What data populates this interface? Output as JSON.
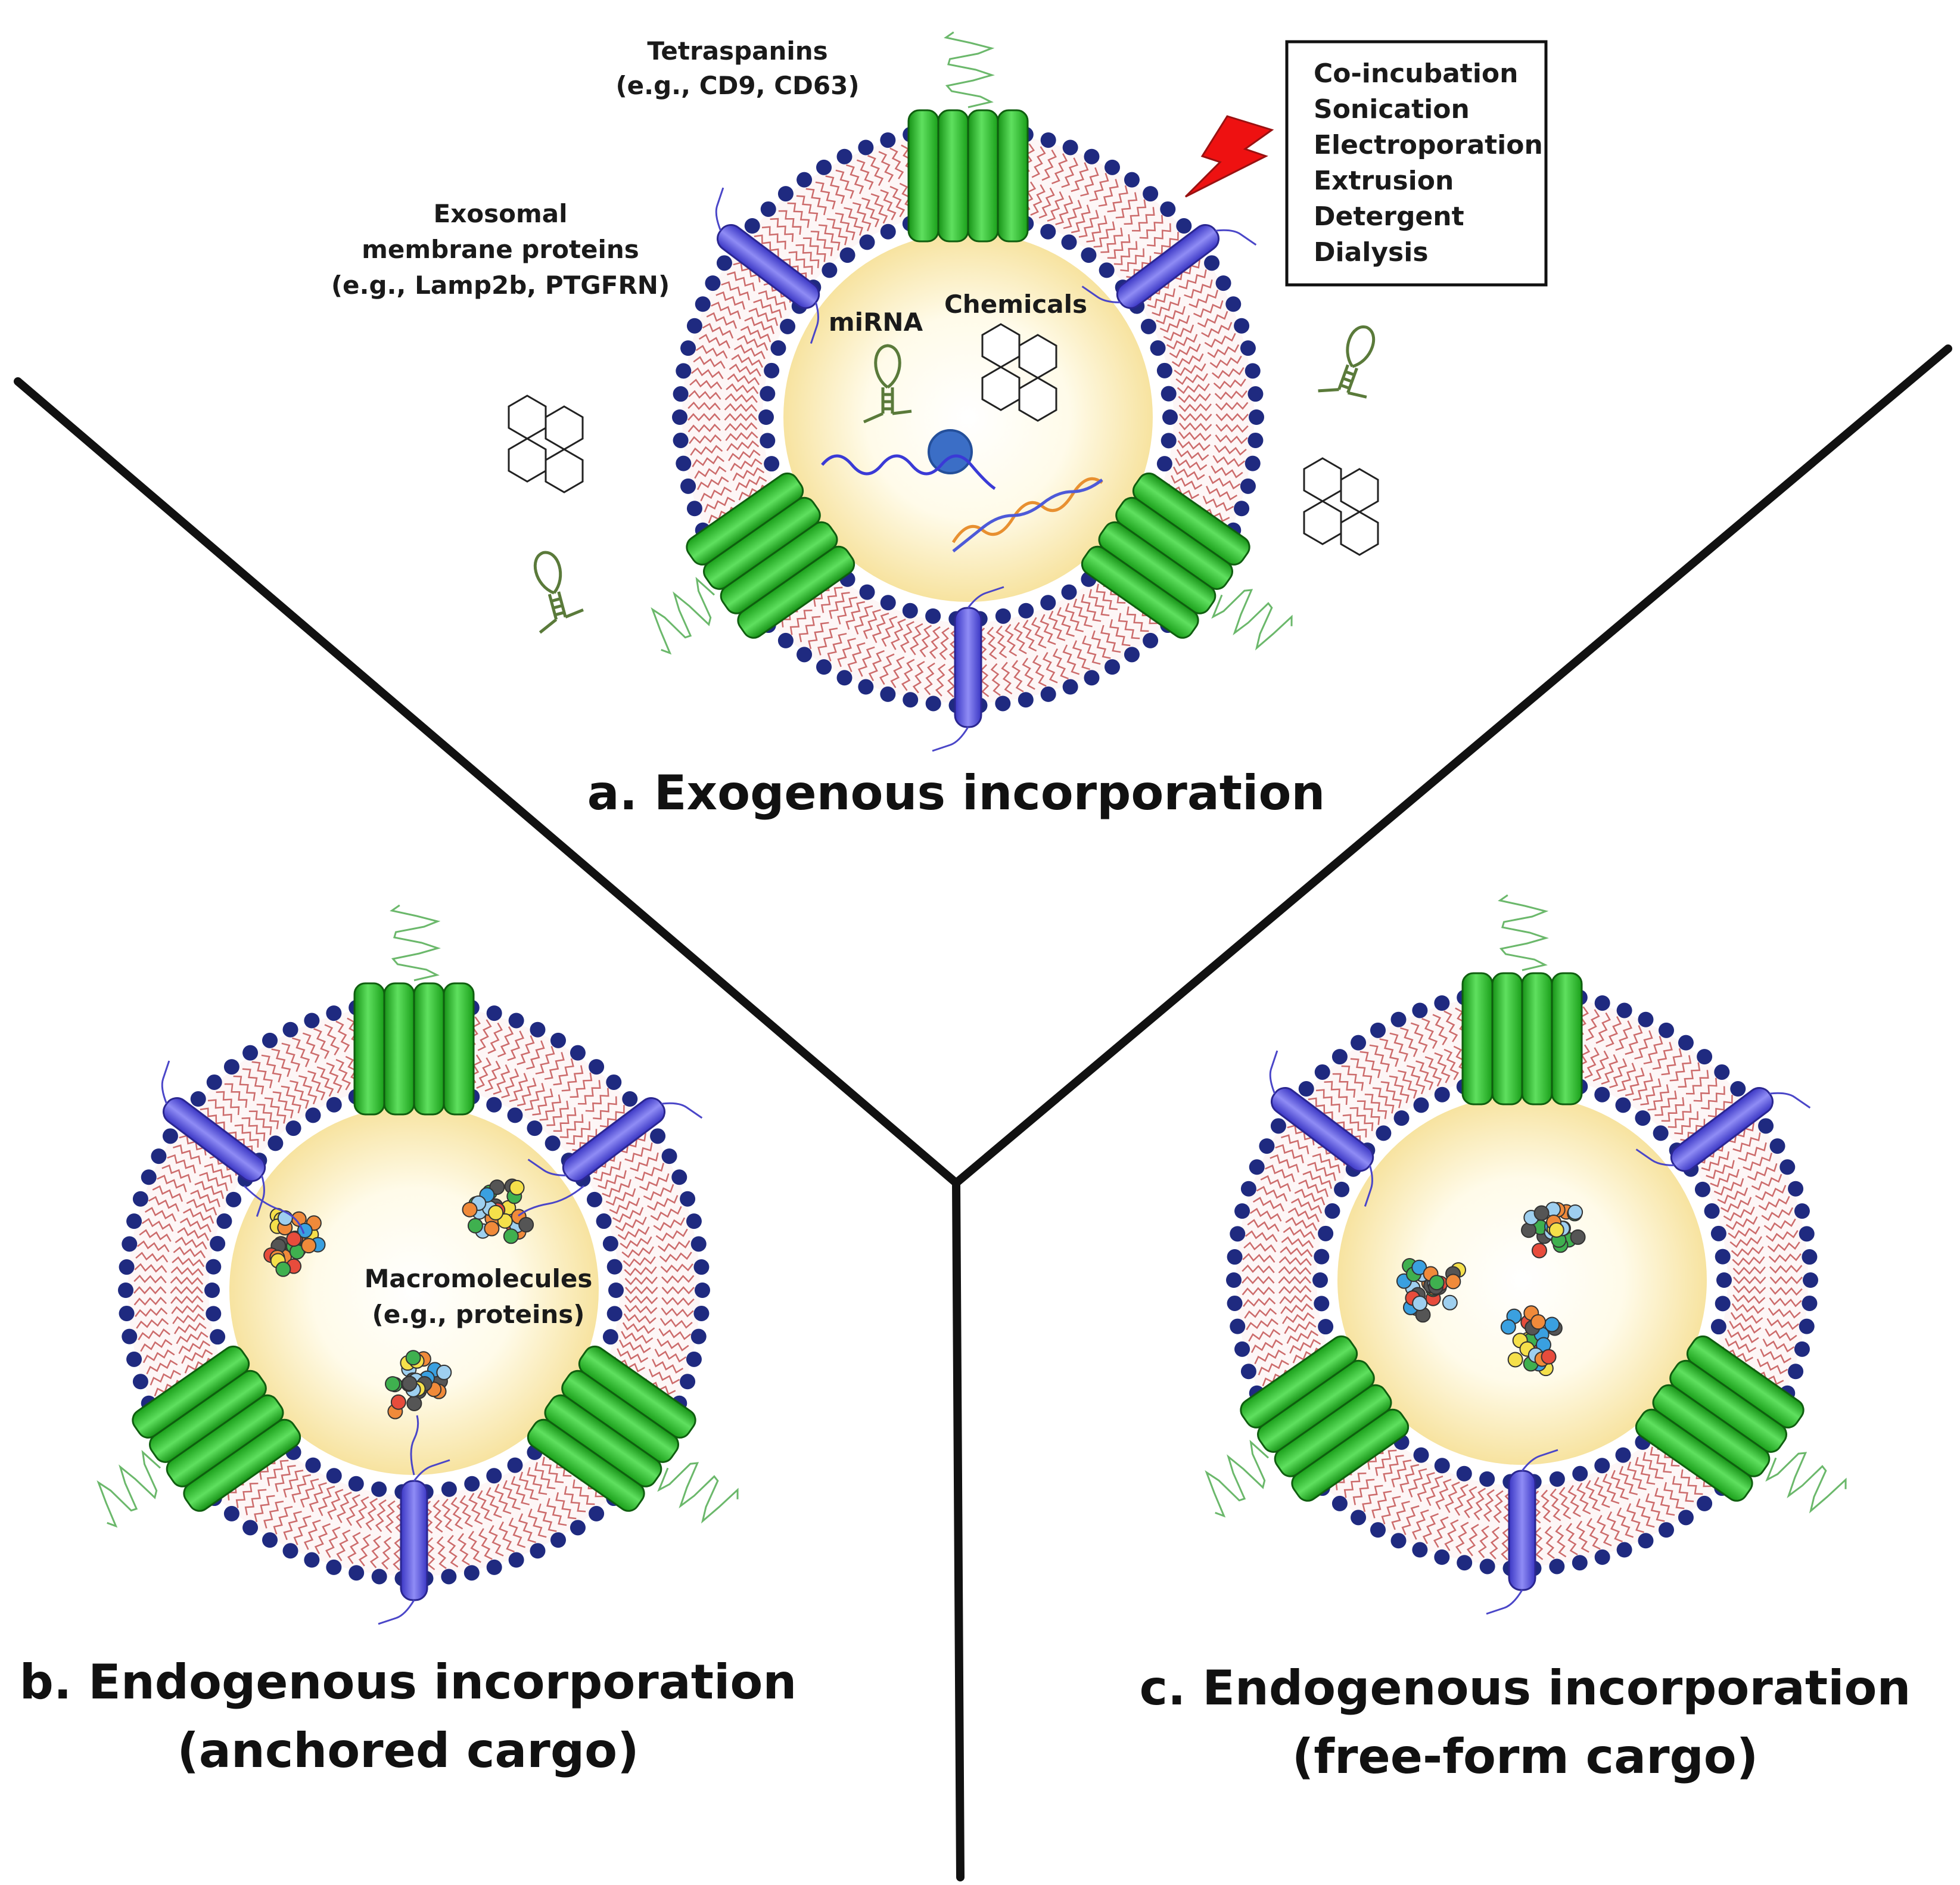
{
  "panel_a": {
    "title": "a. Exogenous incorporation",
    "labels": {
      "tetraspanins_line1": "Tetraspanins",
      "tetraspanins_line2": "(e.g., CD9, CD63)",
      "membrane_line1": "Exosomal",
      "membrane_line2": "membrane proteins",
      "membrane_line3": "(e.g., Lamp2b, PTGFRN)",
      "mirna": "miRNA",
      "chemicals": "Chemicals"
    },
    "methods": [
      "Co-incubation",
      "Sonication",
      "Electroporation",
      "Extrusion",
      "Detergent",
      "Dialysis"
    ]
  },
  "panel_b": {
    "title_line1": "b. Endogenous incorporation",
    "title_line2": "(anchored cargo)",
    "labels": {
      "macro_line1": "Macromolecules",
      "macro_line2": "(e.g., proteins)"
    }
  },
  "panel_c": {
    "title_line1": "c. Endogenous incorporation",
    "title_line2": "(free-form cargo)"
  },
  "colors": {
    "lipid_head": "#1f2a80",
    "lipid_tail": "#cc6b6b",
    "tetraspanin": "#22b422",
    "membrane_protein": "#5b57e0",
    "lumen": "#fbf0c4",
    "spark": "#ee1111",
    "divider": "#111111"
  }
}
